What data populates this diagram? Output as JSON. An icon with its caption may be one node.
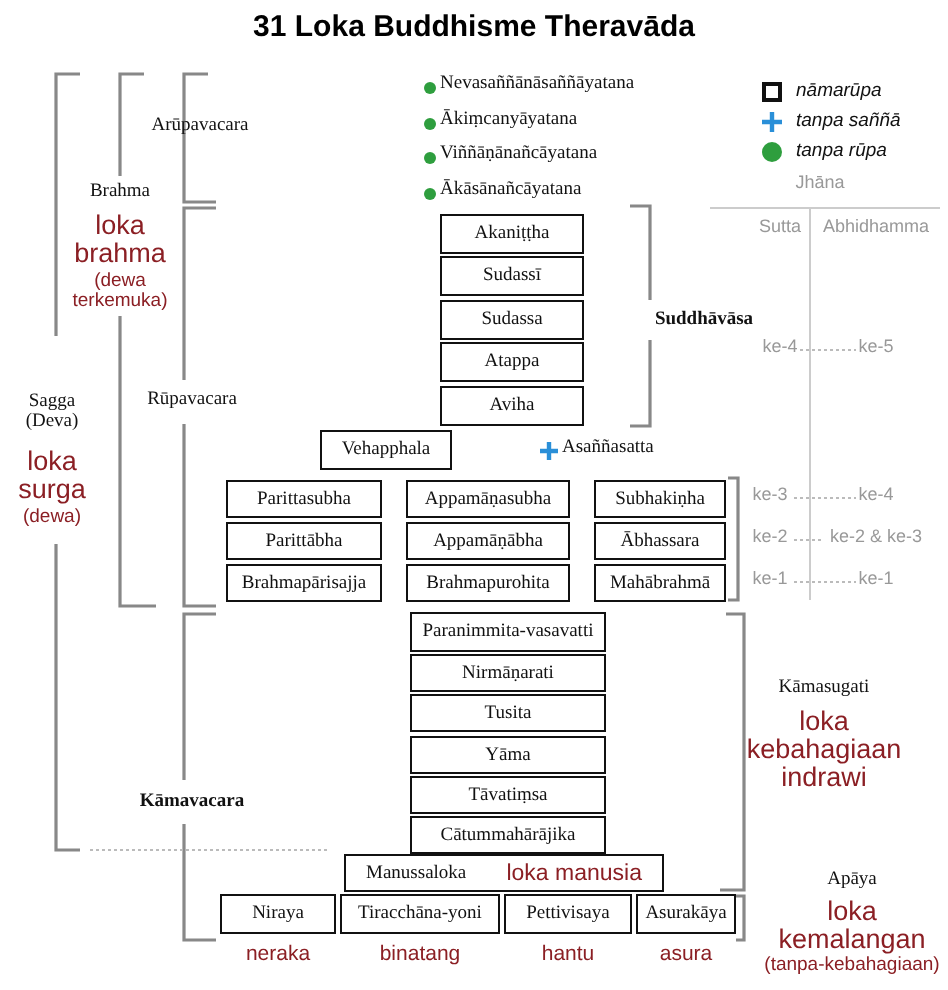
{
  "diagram": {
    "title": "31 Loka Buddhisme Theravāda",
    "nodes": [
      {
        "text": [
          "Akaniṭṭha"
        ]
      },
      {
        "text": [
          "Sudassī"
        ]
      },
      {
        "text": [
          "Sudassa"
        ]
      },
      {
        "text": [
          "Atappa"
        ]
      },
      {
        "text": [
          "Aviha"
        ]
      },
      {
        "text": [
          "Vehapphala"
        ]
      },
      {
        "text": [
          "Parittasubha"
        ]
      },
      {
        "text": [
          "Appamāṇasubha"
        ]
      },
      {
        "text": [
          "Subhakiṇha"
        ]
      },
      {
        "text": [
          "Parittābha"
        ]
      },
      {
        "text": [
          "Appamāṇābha"
        ]
      },
      {
        "text": [
          "Ābhassara"
        ]
      },
      {
        "text": [
          "Brahmapārisajja"
        ]
      },
      {
        "text": [
          "Brahmapurohita"
        ]
      },
      {
        "text": [
          "Mahābrahmā"
        ]
      },
      {
        "text": [
          "Paranimmita-vasavatti"
        ]
      },
      {
        "text": [
          "Nirmāṇarati"
        ]
      },
      {
        "text": [
          "Tusita"
        ]
      },
      {
        "text": [
          "Yāma"
        ]
      },
      {
        "text": [
          "Tāvatiṃsa"
        ]
      },
      {
        "text": [
          "Cātummahārājika"
        ]
      },
      {
        "text": [
          "Manussaloka",
          "loka manusia"
        ]
      },
      {
        "text": [
          "Niraya"
        ],
        "beside": [
          "neraka"
        ]
      },
      {
        "text": [
          "Tiracchāna-yoni"
        ],
        "beside": [
          "binatang"
        ]
      },
      {
        "text": [
          "Pettivisaya"
        ],
        "beside": [
          "hantu"
        ]
      },
      {
        "text": [
          "Asurakāya"
        ],
        "beside": [
          "asura"
        ]
      }
    ],
    "edges": [],
    "labels": [
      "Arūpavacara",
      "Brahma",
      "loka brahma",
      "(dewa terkemuka)",
      "Sagga (Deva)",
      "loka surga",
      "(dewa)",
      "Rūpavacara",
      "Kāmavacara",
      "Nevasaññānāsaññāyatana",
      "Ākiṃcanyāyatana",
      "Viññāṇānañcāyatana",
      "Ākāsānañcāyatana",
      "Asaññasatta",
      "Suddhāvāsa",
      "Jhāna",
      "Sutta",
      "Abhidhamma",
      "ke-4",
      "ke-5",
      "ke-3",
      "ke-4",
      "ke-2",
      "ke-2 & ke-3",
      "ke-1",
      "ke-1",
      "Kāmasugati",
      "loka kebahagiaan indrawi",
      "Apāya",
      "loka kemalangan",
      "(tanpa-kebahagiaan)"
    ],
    "legend": [
      {
        "text": "nāmarūpa"
      },
      {
        "text": "tanpa saññā"
      },
      {
        "text": "tanpa rūpa",
        "color": "#2e9e3e"
      }
    ]
  }
}
